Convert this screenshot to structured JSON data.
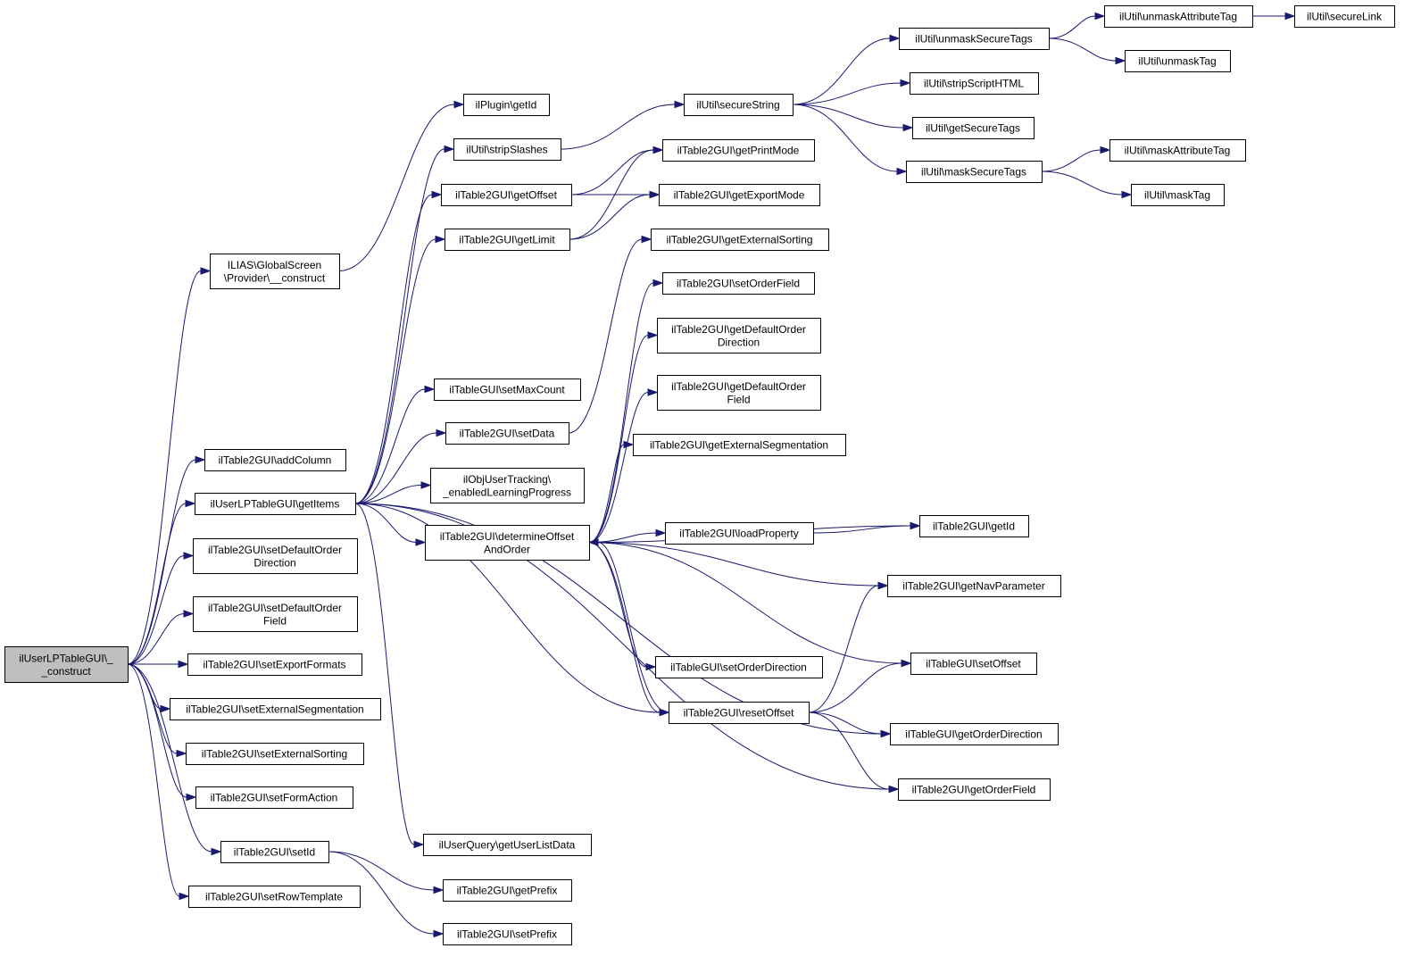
{
  "colors": {
    "edge": "#191970",
    "root_fill": "#bfbfbf",
    "node_fill": "#ffffff",
    "border": "#000000"
  },
  "nodes": [
    {
      "id": "root",
      "lines": [
        "ilUserLPTableGUI\\_",
        "_construct"
      ],
      "root": true
    },
    {
      "id": "provider",
      "lines": [
        "ILIAS\\GlobalScreen",
        "\\Provider\\__construct"
      ]
    },
    {
      "id": "addColumn",
      "lines": [
        "ilTable2GUI\\addColumn"
      ]
    },
    {
      "id": "getItems",
      "lines": [
        "ilUserLPTableGUI\\getItems"
      ]
    },
    {
      "id": "setDefOrdDir",
      "lines": [
        "ilTable2GUI\\setDefaultOrder",
        "Direction"
      ]
    },
    {
      "id": "setDefOrdField",
      "lines": [
        "ilTable2GUI\\setDefaultOrder",
        "Field"
      ]
    },
    {
      "id": "setExportFormats",
      "lines": [
        "ilTable2GUI\\setExportFormats"
      ]
    },
    {
      "id": "setExtSeg",
      "lines": [
        "ilTable2GUI\\setExternalSegmentation"
      ]
    },
    {
      "id": "setExtSort",
      "lines": [
        "ilTable2GUI\\setExternalSorting"
      ]
    },
    {
      "id": "setFormAction",
      "lines": [
        "ilTable2GUI\\setFormAction"
      ]
    },
    {
      "id": "setId",
      "lines": [
        "ilTable2GUI\\setId"
      ]
    },
    {
      "id": "setRowTemplate",
      "lines": [
        "ilTable2GUI\\setRowTemplate"
      ]
    },
    {
      "id": "pluginGetId",
      "lines": [
        "ilPlugin\\getId"
      ]
    },
    {
      "id": "stripSlashes",
      "lines": [
        "ilUtil\\stripSlashes"
      ]
    },
    {
      "id": "getOffset",
      "lines": [
        "ilTable2GUI\\getOffset"
      ]
    },
    {
      "id": "getLimit",
      "lines": [
        "ilTable2GUI\\getLimit"
      ]
    },
    {
      "id": "setMaxCount",
      "lines": [
        "ilTableGUI\\setMaxCount"
      ]
    },
    {
      "id": "setData",
      "lines": [
        "ilTable2GUI\\setData"
      ]
    },
    {
      "id": "enabledLP",
      "lines": [
        "ilObjUserTracking\\",
        "_enabledLearningProgress"
      ]
    },
    {
      "id": "determine",
      "lines": [
        "ilTable2GUI\\determineOffset",
        "AndOrder"
      ]
    },
    {
      "id": "getUserListData",
      "lines": [
        "ilUserQuery\\getUserListData"
      ]
    },
    {
      "id": "getPrefix",
      "lines": [
        "ilTable2GUI\\getPrefix"
      ]
    },
    {
      "id": "setPrefix",
      "lines": [
        "ilTable2GUI\\setPrefix"
      ]
    },
    {
      "id": "secureString",
      "lines": [
        "ilUtil\\secureString"
      ]
    },
    {
      "id": "getPrintMode",
      "lines": [
        "ilTable2GUI\\getPrintMode"
      ]
    },
    {
      "id": "getExportMode",
      "lines": [
        "ilTable2GUI\\getExportMode"
      ]
    },
    {
      "id": "getExtSort",
      "lines": [
        "ilTable2GUI\\getExternalSorting"
      ]
    },
    {
      "id": "setOrderField",
      "lines": [
        "ilTable2GUI\\setOrderField"
      ]
    },
    {
      "id": "getDefOrdDir",
      "lines": [
        "ilTable2GUI\\getDefaultOrder",
        "Direction"
      ]
    },
    {
      "id": "getDefOrdField",
      "lines": [
        "ilTable2GUI\\getDefaultOrder",
        "Field"
      ]
    },
    {
      "id": "getExtSeg",
      "lines": [
        "ilTable2GUI\\getExternalSegmentation"
      ]
    },
    {
      "id": "loadProperty",
      "lines": [
        "ilTable2GUI\\loadProperty"
      ]
    },
    {
      "id": "setOrderDirection",
      "lines": [
        "ilTableGUI\\setOrderDirection"
      ]
    },
    {
      "id": "resetOffset",
      "lines": [
        "ilTable2GUI\\resetOffset"
      ]
    },
    {
      "id": "unmaskSecureTags",
      "lines": [
        "ilUtil\\unmaskSecureTags"
      ]
    },
    {
      "id": "stripScriptHTML",
      "lines": [
        "ilUtil\\stripScriptHTML"
      ]
    },
    {
      "id": "getSecureTags",
      "lines": [
        "ilUtil\\getSecureTags"
      ]
    },
    {
      "id": "maskSecureTags",
      "lines": [
        "ilUtil\\maskSecureTags"
      ]
    },
    {
      "id": "t2GetId",
      "lines": [
        "ilTable2GUI\\getId"
      ]
    },
    {
      "id": "getNavParameter",
      "lines": [
        "ilTable2GUI\\getNavParameter"
      ]
    },
    {
      "id": "setOffset",
      "lines": [
        "ilTableGUI\\setOffset"
      ]
    },
    {
      "id": "getOrderDirection",
      "lines": [
        "ilTableGUI\\getOrderDirection"
      ]
    },
    {
      "id": "getOrderField",
      "lines": [
        "ilTable2GUI\\getOrderField"
      ]
    },
    {
      "id": "unmaskAttrTag",
      "lines": [
        "ilUtil\\unmaskAttributeTag"
      ]
    },
    {
      "id": "unmaskTag",
      "lines": [
        "ilUtil\\unmaskTag"
      ]
    },
    {
      "id": "maskAttrTag",
      "lines": [
        "ilUtil\\maskAttributeTag"
      ]
    },
    {
      "id": "maskTag",
      "lines": [
        "ilUtil\\maskTag"
      ]
    },
    {
      "id": "secureLink",
      "lines": [
        "ilUtil\\secureLink"
      ]
    }
  ],
  "edges": [
    [
      "root",
      "provider"
    ],
    [
      "root",
      "addColumn"
    ],
    [
      "root",
      "getItems"
    ],
    [
      "root",
      "setDefOrdDir"
    ],
    [
      "root",
      "setDefOrdField"
    ],
    [
      "root",
      "setExportFormats"
    ],
    [
      "root",
      "setExtSeg"
    ],
    [
      "root",
      "setExtSort"
    ],
    [
      "root",
      "setFormAction"
    ],
    [
      "root",
      "setId"
    ],
    [
      "root",
      "setRowTemplate"
    ],
    [
      "provider",
      "pluginGetId"
    ],
    [
      "getItems",
      "stripSlashes"
    ],
    [
      "getItems",
      "getOffset"
    ],
    [
      "getItems",
      "getLimit"
    ],
    [
      "getItems",
      "setMaxCount"
    ],
    [
      "getItems",
      "setData"
    ],
    [
      "getItems",
      "enabledLP"
    ],
    [
      "getItems",
      "determine"
    ],
    [
      "getItems",
      "getUserListData"
    ],
    [
      "getItems",
      "resetOffset"
    ],
    [
      "getItems",
      "getOrderDirection"
    ],
    [
      "getItems",
      "getOrderField"
    ],
    [
      "setId",
      "getPrefix"
    ],
    [
      "setId",
      "setPrefix"
    ],
    [
      "stripSlashes",
      "secureString"
    ],
    [
      "getOffset",
      "getPrintMode"
    ],
    [
      "getOffset",
      "getExportMode"
    ],
    [
      "getLimit",
      "getPrintMode"
    ],
    [
      "getLimit",
      "getExportMode"
    ],
    [
      "setData",
      "getExtSort"
    ],
    [
      "determine",
      "setOrderField"
    ],
    [
      "determine",
      "getDefOrdDir"
    ],
    [
      "determine",
      "getDefOrdField"
    ],
    [
      "determine",
      "getExtSeg"
    ],
    [
      "determine",
      "loadProperty"
    ],
    [
      "determine",
      "t2GetId"
    ],
    [
      "determine",
      "getNavParameter"
    ],
    [
      "determine",
      "setOffset"
    ],
    [
      "determine",
      "setOrderDirection"
    ],
    [
      "determine",
      "resetOffset"
    ],
    [
      "resetOffset",
      "determine"
    ],
    [
      "resetOffset",
      "getNavParameter"
    ],
    [
      "resetOffset",
      "setOffset"
    ],
    [
      "resetOffset",
      "getOrderDirection"
    ],
    [
      "resetOffset",
      "getOrderField"
    ],
    [
      "loadProperty",
      "t2GetId"
    ],
    [
      "secureString",
      "unmaskSecureTags"
    ],
    [
      "secureString",
      "stripScriptHTML"
    ],
    [
      "secureString",
      "getSecureTags"
    ],
    [
      "secureString",
      "maskSecureTags"
    ],
    [
      "unmaskSecureTags",
      "unmaskAttrTag"
    ],
    [
      "unmaskSecureTags",
      "unmaskTag"
    ],
    [
      "maskSecureTags",
      "maskAttrTag"
    ],
    [
      "maskSecureTags",
      "maskTag"
    ],
    [
      "unmaskAttrTag",
      "secureLink"
    ]
  ]
}
